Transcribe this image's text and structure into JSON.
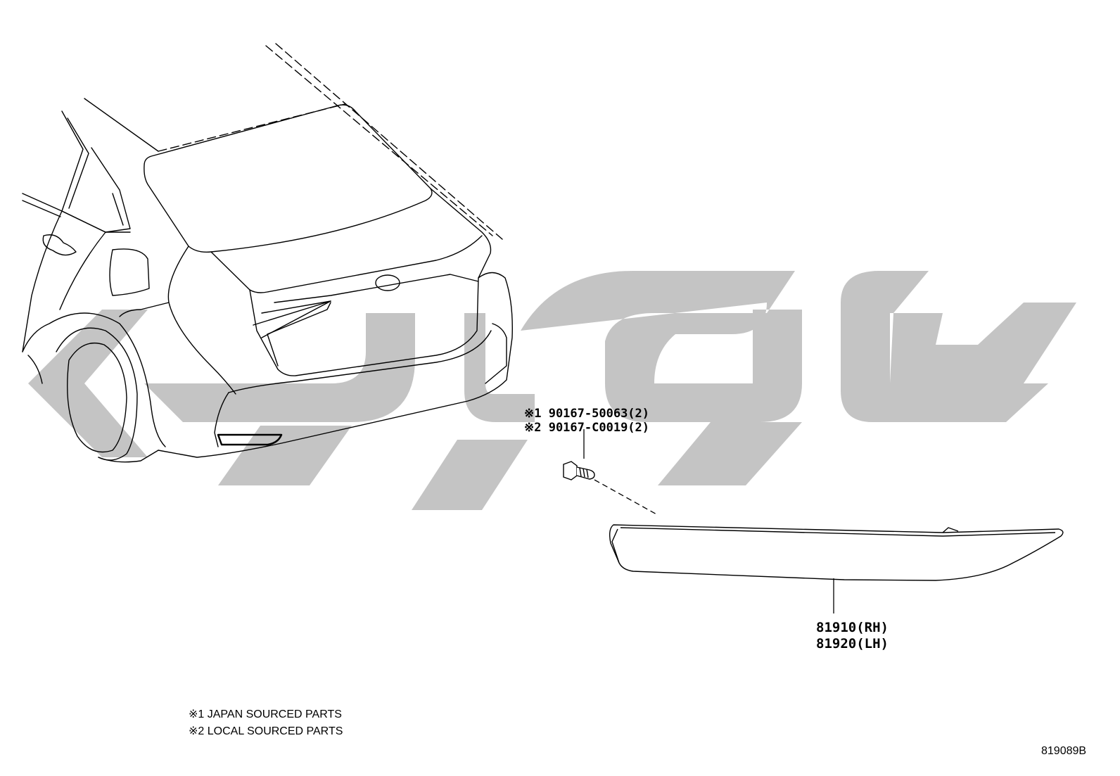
{
  "fastener": {
    "line1": "※1 90167-50063(2)",
    "line2": "※2 90167-C0019(2)"
  },
  "reflector": {
    "line1": "81910(RH)",
    "line2": "81920(LH)"
  },
  "notes": {
    "line1": "※1 JAPAN SOURCED PARTS",
    "line2": "※2 LOCAL SOURCED PARTS"
  },
  "figure_id": "819089B",
  "colors": {
    "line": "#000000",
    "watermark": "#c4c4c4",
    "background": "#ffffff"
  }
}
